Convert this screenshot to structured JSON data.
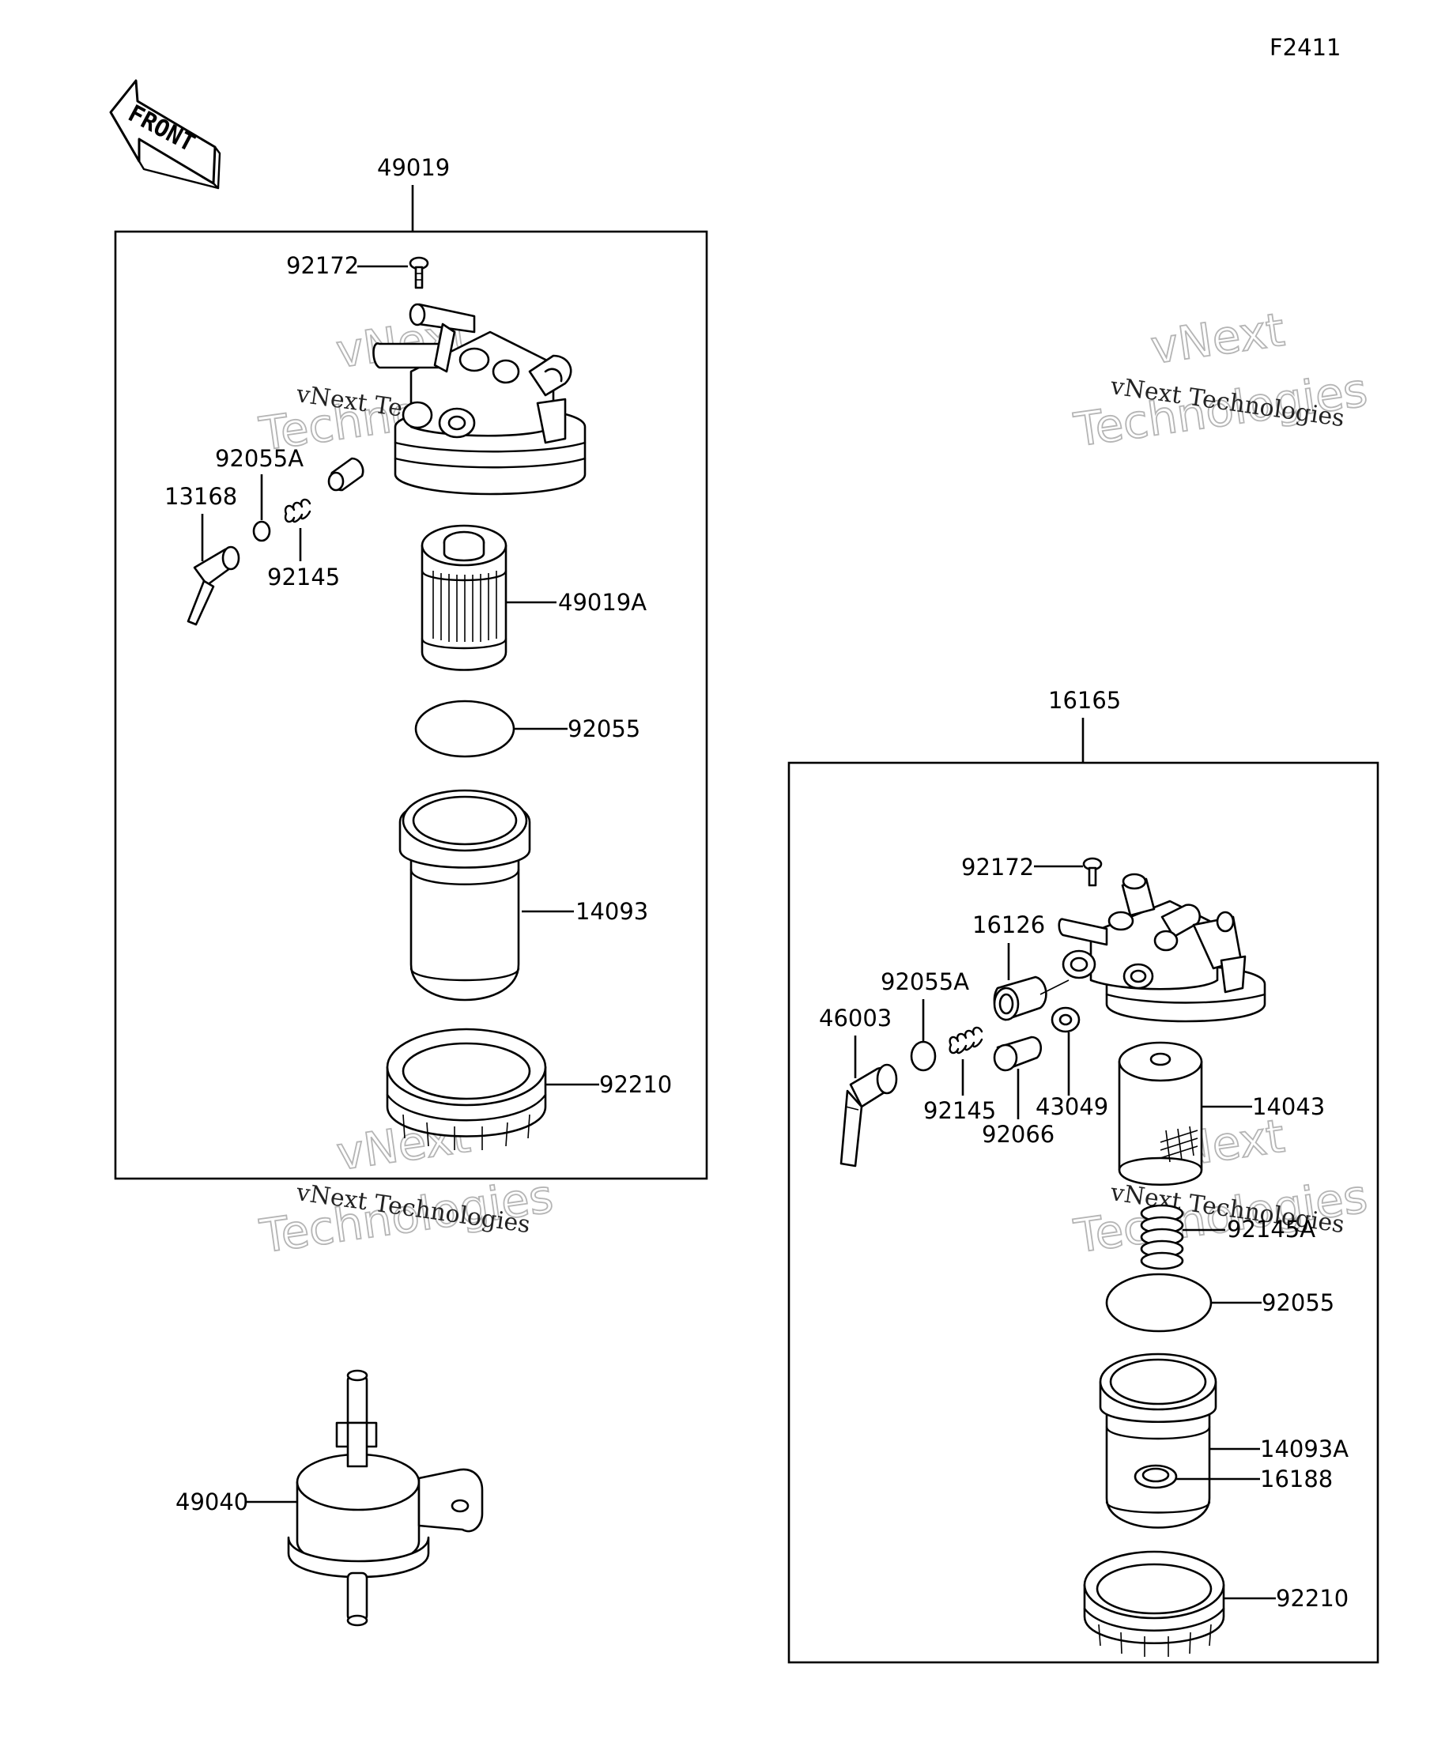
{
  "figure_id": "F2411",
  "front_label": "FRONT",
  "watermark": {
    "line1": "vNext",
    "line2": "Technologies",
    "caption": "vNext Technologies"
  },
  "assemblies": {
    "left_assembly_no": "49019",
    "right_assembly_no": "16165"
  },
  "left_parts": {
    "screw": "92172",
    "o_ring_small": "92055A",
    "cock": "13168",
    "spring": "92145",
    "element": "49019A",
    "o_ring": "92055",
    "cup": "14093",
    "ring_nut": "92210"
  },
  "right_parts": {
    "screw": "92172",
    "fitting": "16126",
    "o_ring_small": "92055A",
    "cock": "46003",
    "spring": "92145",
    "plug": "92066",
    "washer": "43049",
    "element": "14043",
    "spring_large": "92145A",
    "o_ring": "92055",
    "cup": "14093A",
    "float": "16188",
    "ring_nut": "92210"
  },
  "inline_filter": "49040"
}
